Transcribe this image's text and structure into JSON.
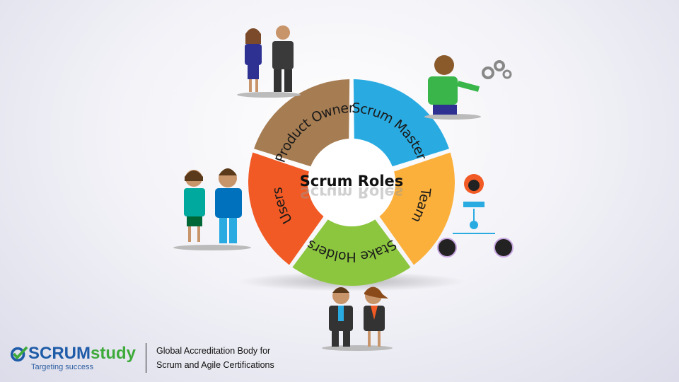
{
  "diagram": {
    "center_title": "Scrum Roles",
    "segments": [
      {
        "label": "Scrum Master",
        "color": "#29abe2"
      },
      {
        "label": "Team",
        "color": "#fbb03b"
      },
      {
        "label": "Stake Holders",
        "color": "#8cc63f"
      },
      {
        "label": "Users",
        "color": "#f15a24"
      },
      {
        "label": "Product Owner",
        "color": "#a67c52"
      }
    ]
  },
  "footer": {
    "logo_scrum": "SCRUM",
    "logo_study": "study",
    "logo_tagline": "Targeting success",
    "tagline_line1": "Global Accreditation Body for",
    "tagline_line2": "Scrum and Agile Certifications"
  }
}
